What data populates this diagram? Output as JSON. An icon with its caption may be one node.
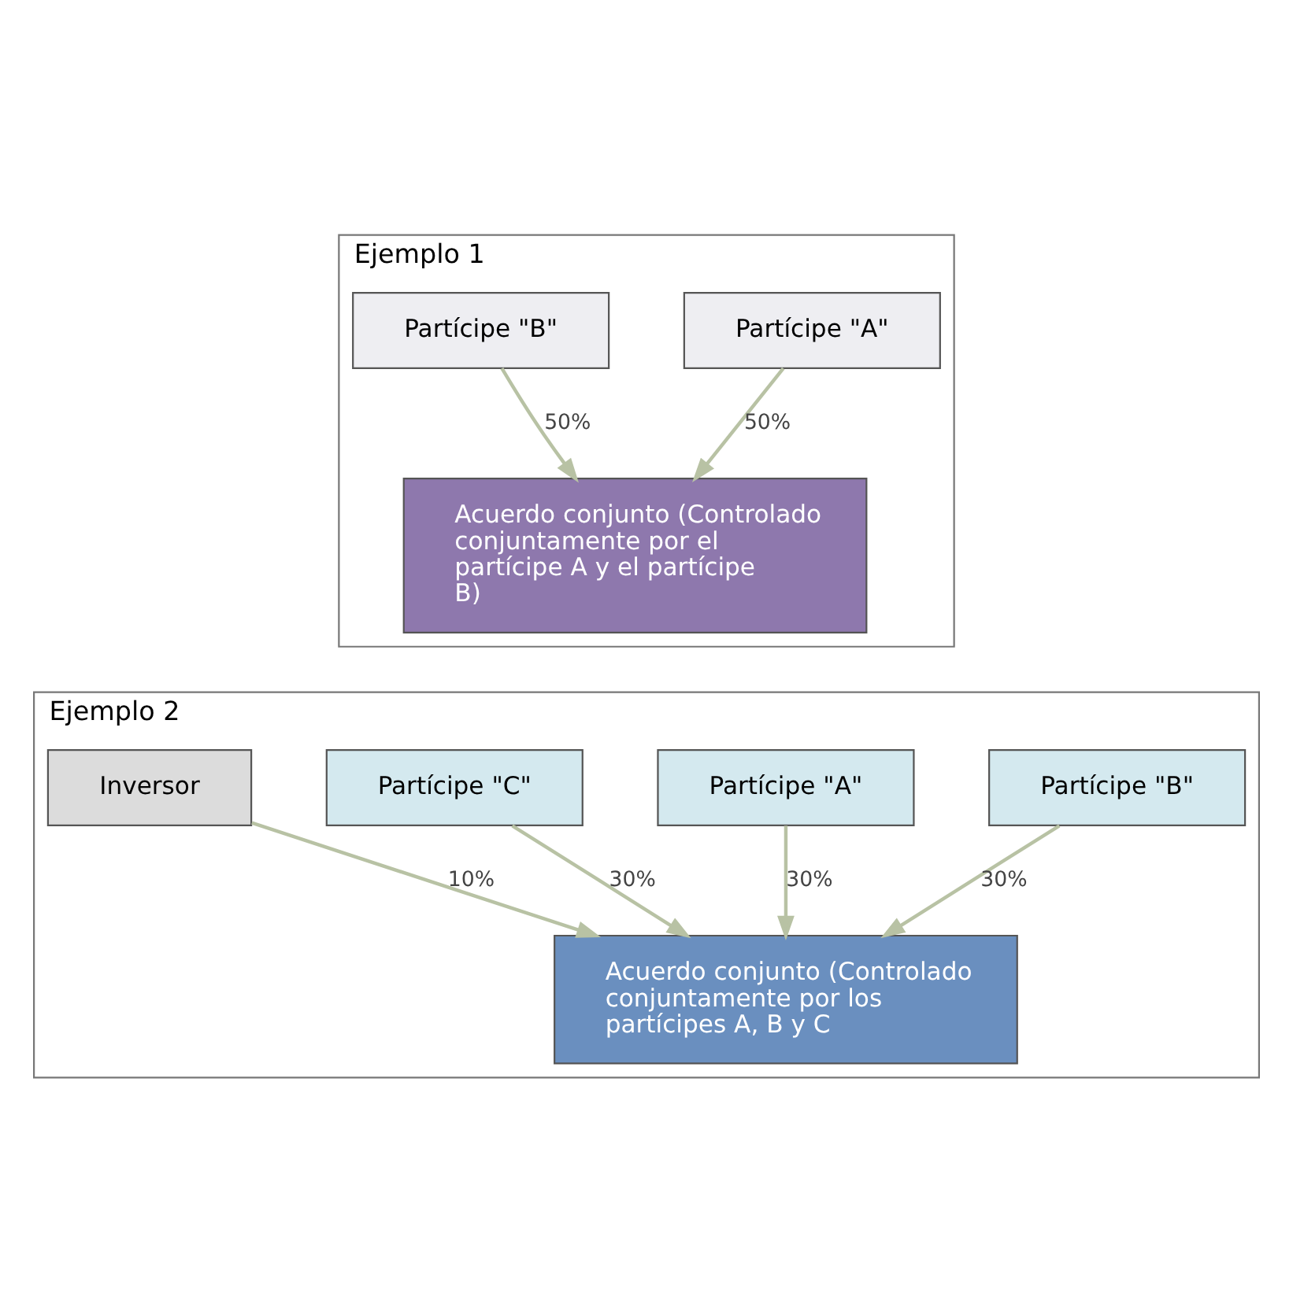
{
  "diagram": {
    "nodes": [
      {
        "text": [
          "Ejemplo 1"
        ]
      },
      {
        "text": [
          "Partícipe \"A\""
        ],
        "in": 0
      },
      {
        "text": [
          "Partícipe \"B\""
        ],
        "in": 0
      },
      {
        "text": [
          "Acuerdo conjunto (Controlado conjuntamente por el partícipe A y el partícipe B)"
        ],
        "in": 0
      },
      {
        "text": [
          "Ejemplo 2"
        ]
      },
      {
        "text": [
          "Partícipe \"B\""
        ],
        "in": 4
      },
      {
        "text": [
          "Partícipe \"A\""
        ],
        "in": 4
      },
      {
        "text": [
          "Partícipe \"C\""
        ],
        "in": 4
      },
      {
        "text": [
          "Acuerdo conjunto (Controlado conjuntamente por los partícipes A, B y C"
        ],
        "in": 4
      },
      {
        "text": [
          "Inversor"
        ],
        "in": 4
      }
    ],
    "edges": [
      {
        "from": 1,
        "to": 3,
        "arrow": "to",
        "label": "50%"
      },
      {
        "from": 2,
        "to": 3,
        "arrow": "to",
        "label": "50%"
      },
      {
        "from": 6,
        "to": 8,
        "arrow": "to",
        "label": "30%"
      },
      {
        "from": 5,
        "to": 8,
        "arrow": "to",
        "label": "30%"
      },
      {
        "from": 7,
        "to": 8,
        "arrow": "to",
        "label": "30%"
      },
      {
        "from": 9,
        "to": 8,
        "arrow": "to",
        "label": "10%"
      }
    ]
  }
}
